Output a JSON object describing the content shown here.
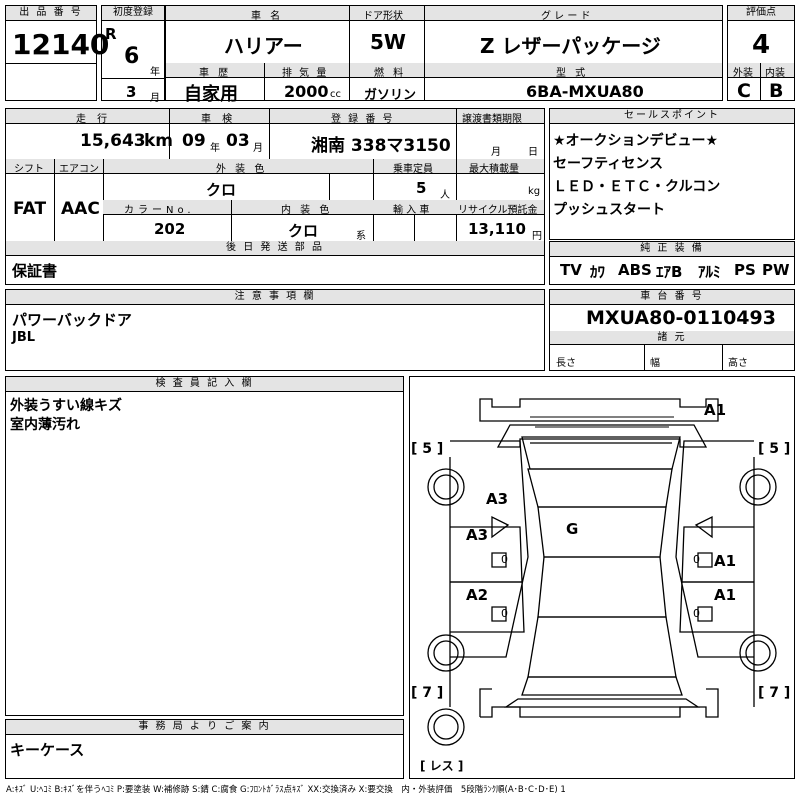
{
  "header": {
    "lot_label": "出 品 番 号",
    "lot_number": "12140",
    "first_reg_label": "初度登録",
    "era": "R",
    "year": "6",
    "year_unit": "年",
    "month": "3",
    "month_unit": "月",
    "car_name_label": "車 名",
    "car_name": "ハリアー",
    "door_label": "ドア形状",
    "door": "5W",
    "grade_label": "グ レ ー ド",
    "grade": "Z レザーパッケージ",
    "score_label": "評価点",
    "score": "4",
    "history_label": "車 歴",
    "history": "自家用",
    "displacement_label": "排 気 量",
    "displacement": "2000",
    "displacement_unit": "cc",
    "fuel_label": "燃 料",
    "fuel": "ガソリン",
    "model_label": "型 式",
    "model": "6BA-MXUA80",
    "exterior_label": "外装",
    "exterior": "C",
    "interior_label": "内装",
    "interior": "B"
  },
  "row2": {
    "mileage_label": "走 行",
    "mileage": "15,643",
    "mileage_unit": "km",
    "inspection_label": "車 検",
    "insp_year": "09",
    "insp_year_unit": "年",
    "insp_month": "03",
    "insp_month_unit": "月",
    "reg_label": "登 録 番 号",
    "reg_number": "湘南 338マ3150",
    "transfer_label": "譲渡書類期限",
    "transfer_month": "月",
    "transfer_day": "日",
    "shift_label": "シフト",
    "shift": "FAT",
    "ac_label": "エアコン",
    "ac": "AAC",
    "color_label": "外 装 色",
    "color": "クロ",
    "capacity_label": "乗車定員",
    "capacity": "5",
    "capacity_unit": "人",
    "maxload_label": "最大積載量",
    "maxload_unit": "kg",
    "color_no_label": "カラーNo.",
    "color_no": "202",
    "int_color_label": "内 装 色",
    "int_color": "クロ",
    "int_color_unit": "系",
    "import_label": "輸 入 車",
    "recycle_label": "リサイクル預託金",
    "recycle": "13,110",
    "recycle_unit": "円",
    "later_label": "後 日 発 送 部 品",
    "later": "保証書"
  },
  "sales": {
    "label": "セールスポイント",
    "lines": [
      "★オークションデビュー★",
      "セーフティセンス",
      "ＬＥＤ・ＥＴＣ・クルコン",
      "プッシュスタート"
    ]
  },
  "equipment": {
    "label": "純 正 装 備",
    "items": [
      "TV",
      "ｶﾜ",
      "ABS",
      "ｴｱB",
      "ｱﾙﾐ",
      "PS",
      "PW"
    ]
  },
  "notes": {
    "label": "注 意 事 項 欄",
    "lines": [
      "パワーバックドア",
      "JBL"
    ]
  },
  "chassis": {
    "label": "車 台 番 号",
    "number": "MXUA80-0110493",
    "spec_label": "諸 元",
    "length": "長さ",
    "width": "幅",
    "height": "高さ"
  },
  "inspector": {
    "label": "検 査 員 記 入 欄",
    "lines": [
      "外装うすい線キズ",
      "室内薄汚れ"
    ]
  },
  "office": {
    "label": "事 務 局 よ り ご 案 内",
    "text": "キーケース"
  },
  "diagram": {
    "marks": [
      "A1",
      "A3",
      "A3",
      "G",
      "A1",
      "A2",
      "A1"
    ],
    "tire_fl": "[ 5 ]",
    "tire_fr": "[ 5 ]",
    "tire_rl": "[ 7 ]",
    "tire_rr": "[ 7 ]",
    "spare": "[ レス ]",
    "zero_marks": [
      "0",
      "0",
      "0",
      "0"
    ]
  },
  "legend": "A:ｷｽﾞ U:ﾍｺﾐ B:ｷｽﾞを伴うﾍｺﾐ P:要塗装 W:補修跡 S:錆 C:腐食 G:ﾌﾛﾝﾄｶﾞﾗｽ点ｷｽﾞ XX:交換済み X:要交換　内・外装評価　5段階ﾗﾝｸ順(A･B･C･D･E) 1"
}
